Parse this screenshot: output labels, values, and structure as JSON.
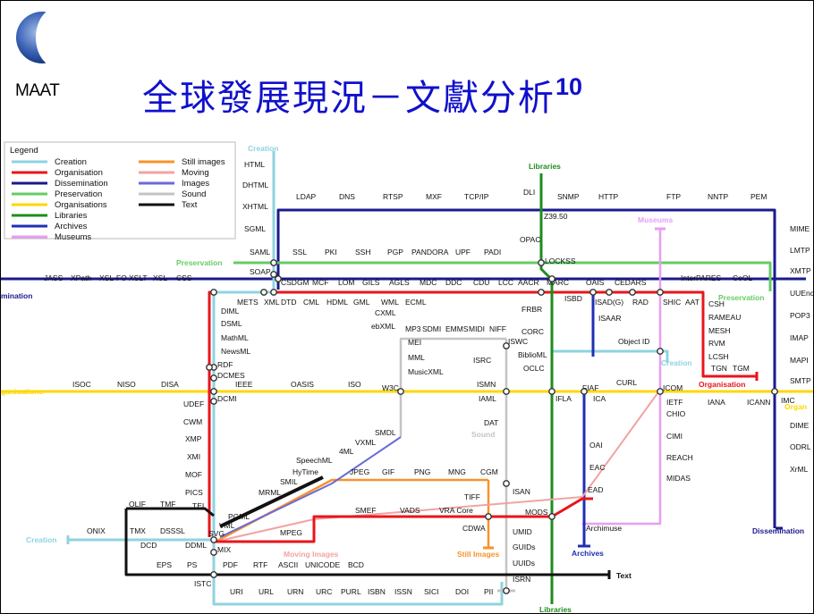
{
  "slide": {
    "logo_text": "MAAT",
    "title": "全球發展現況－文獻分析",
    "title_sup": "10"
  },
  "legend": {
    "title": "Legend",
    "items": [
      {
        "label": "Creation",
        "color": "#8fd3e0"
      },
      {
        "label": "Organisation",
        "color": "#e8151b"
      },
      {
        "label": "Dissemination",
        "color": "#1a1a8c"
      },
      {
        "label": "Preservation",
        "color": "#66cc66"
      },
      {
        "label": "Organisations",
        "color": "#ffd700"
      },
      {
        "label": "Libraries",
        "color": "#1e8c1e"
      },
      {
        "label": "Archives",
        "color": "#1f2fb5"
      },
      {
        "label": "Museums",
        "color": "#e79ef2"
      },
      {
        "label": "Still images",
        "color": "#f7932b"
      },
      {
        "label": "Moving",
        "color": "#f2a3a3"
      },
      {
        "label": "Images",
        "color": "#6a6ad9"
      },
      {
        "label": "Sound",
        "color": "#c4c4c4"
      },
      {
        "label": "Text",
        "color": "#111111"
      }
    ]
  },
  "line_labels": {
    "creation_top": "Creation",
    "creation_left": "Creation",
    "creation_right": "Creation",
    "libraries_top": "Libraries",
    "libraries_bottom": "Libraries",
    "museums": "Museums",
    "preservation_left": "Preservation",
    "preservation_right": "Preservation",
    "dissemination_left": "mination",
    "dissemination_right": "Dissemination",
    "organisations_left": "ganisations",
    "organisations_right": "Organ",
    "organisation": "Organisation",
    "archives": "Archives",
    "sound": "Sound",
    "moving_images": "Moving Images",
    "still_images": "Still Images",
    "text": "Text"
  },
  "stations": [
    "HTML",
    "DHTML",
    "XHTML",
    "SGML",
    "SAML",
    "SOAP",
    "LDAP",
    "DNS",
    "RTSP",
    "MXF",
    "TCP/IP",
    "DLI",
    "SNMP",
    "HTTP",
    "FTP",
    "NNTP",
    "PEM",
    "Z39.50",
    "OPAC",
    "LOCKSS",
    "MIME",
    "LMTP",
    "XMTP",
    "UUEnc",
    "POP3",
    "IMAP",
    "MAPI",
    "SMTP",
    "IMC",
    "DIME",
    "ODRL",
    "XrML",
    "SSL",
    "PKI",
    "SSH",
    "PGP",
    "PANDORA",
    "UPF",
    "PADI",
    "InterPARES",
    "CoOL",
    "JASS",
    "XPath",
    "XSL-FO",
    "XSLT",
    "XSL",
    "CSS",
    "CSDGM",
    "MCF",
    "LOM",
    "GILS",
    "AGLS",
    "MDC",
    "DDC",
    "CDU",
    "LCC",
    "AACR",
    "MARC",
    "OAIS",
    "CEDARS",
    "METS",
    "XML",
    "DTD",
    "CML",
    "HDML",
    "GML",
    "WML",
    "ECML",
    "ISBD",
    "ISAD(G)",
    "RAD",
    "SHIC",
    "AAT",
    "DIML",
    "DSML",
    "MathML",
    "NewsML",
    "RDF",
    "DCMES",
    "CXML",
    "ebXML",
    "FRBR",
    "ISAAR",
    "CSH",
    "RAMEAU",
    "MESH",
    "RVM",
    "LCSH",
    "TGN",
    "TGM",
    "MP3",
    "SDMI",
    "EMMS",
    "MIDI",
    "NIFF",
    "MEI",
    "MML",
    "MusicXML",
    "CORC",
    "ISWC",
    "Object ID",
    "BiblioML",
    "OCLC",
    "ISRC",
    "ISOC",
    "NISO",
    "DISA",
    "IEEE",
    "OASIS",
    "ISO",
    "W3C",
    "ISMN",
    "FIAF",
    "CURL",
    "ICOM",
    "DCMI",
    "IAML",
    "IFLA",
    "ICA",
    "IETF",
    "IANA",
    "ICANN",
    "UDEF",
    "CWM",
    "XMP",
    "XMI",
    "MOF",
    "PICS",
    "TEI",
    "CHIO",
    "DAT",
    "CIMI",
    "REACH",
    "MIDAS",
    "OAI",
    "EAC",
    "EAD",
    "SMDL",
    "VXML",
    "4ML",
    "SpeechML",
    "HyTime",
    "SMIL",
    "MRML",
    "PGML",
    "VML",
    "SVG",
    "JPEG",
    "GIF",
    "PNG",
    "MNG",
    "CGM",
    "TIFF",
    "ISAN",
    "SMEF",
    "VADS",
    "VRA Core",
    "MODS",
    "CDWA",
    "UMID",
    "GUIDs",
    "UUIDs",
    "Archimuse",
    "OLIF",
    "TMF",
    "ONIX",
    "TMX",
    "DSSSL",
    "DCD",
    "DDML",
    "MIX",
    "MPEG",
    "EPS",
    "PS",
    "ISTC",
    "PDF",
    "RTF",
    "ASCII",
    "UNICODE",
    "BCD",
    "ISRN",
    "URI",
    "URL",
    "URN",
    "URC",
    "PURL",
    "ISBN",
    "ISSN",
    "SICI",
    "DOI",
    "PII"
  ]
}
